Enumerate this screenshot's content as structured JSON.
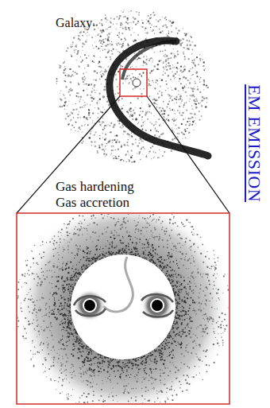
{
  "diagram": {
    "labels": [
      "Galaxy",
      "Gas hardening",
      "Gas accretion",
      "EM EMISSION"
    ]
  }
}
